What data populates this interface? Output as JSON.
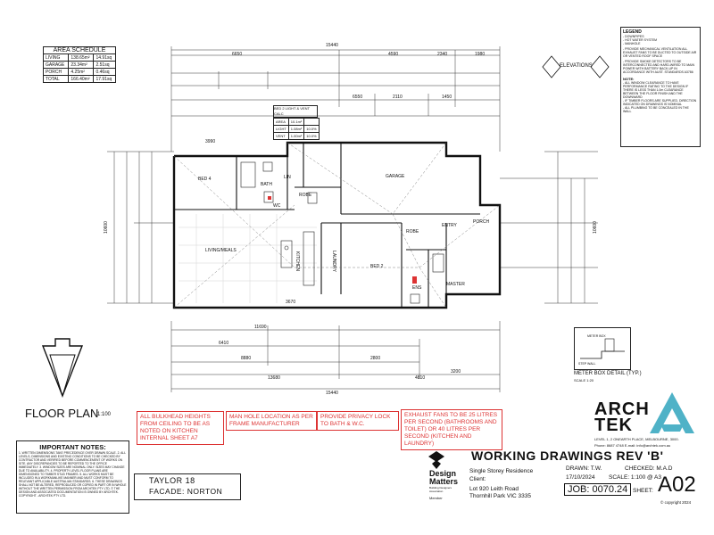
{
  "area_schedule": {
    "title": "AREA SCHEDULE",
    "rows": [
      {
        "label": "LIVING",
        "m2": "138.65m²",
        "sq": "14.91sq"
      },
      {
        "label": "GARAGE",
        "m2": "23.34m²",
        "sq": "2.51sq"
      },
      {
        "label": "PORCH",
        "m2": "4.25m²",
        "sq": "0.46sq"
      },
      {
        "label": "TOTAL",
        "m2": "166.40m²",
        "sq": "17.91sq"
      }
    ]
  },
  "rooms": {
    "bed4": "BED 4",
    "bath": "BATH",
    "robe": "ROBE",
    "wc": "WC",
    "lin": "LIN",
    "garage": "GARAGE",
    "living": "LIVING/MEALS",
    "kitchen": "KITCHEN",
    "laundry": "LAUNDRY",
    "bed2": "BED 2",
    "entry": "ENTRY",
    "porch": "PORCH",
    "master": "MASTER",
    "robe2": "ROBE",
    "ens": "ENS"
  },
  "dims": {
    "overall_top": "15440",
    "overall_bottom": "15440",
    "d_6650": "6650",
    "d_4590": "4590",
    "d_2340": "2340",
    "d_1980": "1980",
    "d_6550": "6550",
    "d_2110": "2110",
    "d_1450": "1450",
    "d_11690": "11690",
    "d_6410": "6410",
    "d_8880": "8880",
    "d_13680": "13680",
    "d_3990": "3990",
    "d_3670": "3670",
    "d_2800": "2800",
    "d_3200": "3200",
    "d_4810": "4810",
    "left_10600": "10600",
    "right_10600": "10600"
  },
  "meter_box": {
    "label": "METER BOX DETAIL (TYP.)",
    "scale": "SCALE 1:20",
    "step_wall": "STEP WALL",
    "meter_box": "METER BOX"
  },
  "elevations_label": "ELEVATIONS",
  "legend": {
    "title": "LEGEND",
    "items": [
      "- DOWNPIPES",
      "- HOT WATER SYSTEM",
      "- MANHOLE",
      "- PROVIDE MECHANICAL VENTILATION ALL EXHAUST FANS TO BE DUCTED TO OUTSIDE AIR OR VENTED ROOF SPACE",
      "- PROVIDE SMOKE DETECTORS TO BE INTERCONNECTED AND HARD-WIRED TO MAIN POWER WITH BATTERY BACK-UP IN ACCORDANCE WITH AUST. STANDARDS A3786"
    ],
    "note_title": "NOTE:",
    "notes": [
      "- ALL WINDOW CLEARANCE TO HAVE PERFORMANCE RATING TO THE DESIGN IF THERE IS LESS THAN 1.0m CLEARANCE BETWEEN THE FLOOR FINISH AND THE DOWNWARD",
      "- IF TIMBER FLOORS ARE SUPPLIED, DIRECTION INDICATED ON DRAWINGS IS NOMINAL",
      "- ALL PLUMBING TO BE CONCEALED IN THE WALL"
    ]
  },
  "floor_plan": {
    "title": "FLOOR PLAN",
    "scale": "1:100"
  },
  "important_notes": {
    "title": "IMPORTANT NOTES:",
    "text": "1. WRITTEN DIMENSIONS TAKE PRECEDENCE OVER DRAWN SCALE. 2. ALL LEVELS, DIMENSIONS AND EXISTING CONDITIONS TO BE CHECKED BY CONTRACTOR AND VERIFIED BEFORE COMMENCEMENT OF WORKS ON SITE. ANY DISCREPANCIES TO BE REPORTED TO THE OFFICE IMMEDIATELY. 3. WINDOW SIZES ARE NOMINAL ONLY. SIZES MAY CHANGE DUE TO AVAILABILITY. 4. PROPERTY LEVEL FLOOR PLANS ARE DIMENSIONED TO TIMBER STUD FRAMES. 5. ALL WORKS MUST BE INCLUDED IN A WORKMANLIKE MANNER AND MUST CONFORM TO RELEVANT APPLICABLE AUSTRALIAN STANDARDS. 6. THESE DRAWINGS SHALL NOT BE ALTERED, REPRODUCED OR COPIED IN PART OR IN WHOLE WITHOUT THE WRITTEN PERMISSION FROM ARCHTEK PTY LTD. © THE DESIGN AND ASSOCIATED DOCUMENTATION IS OWNED BY ARCHTEK. COPYRIGHT - ARCHTEK PTY LTD."
  },
  "red_notes": [
    "ALL BULKHEAD HEIGHTS FROM CEILING TO BE AS NOTED ON KITCHEN INTERNAL SHEET A7",
    "MAN HOLE LOCATION AS PER FRAME MANUFACTURER",
    "PROVIDE PRIVACY LOCK TO BATH & W.C.",
    "EXHAUST FANS TO BE 25 LITRES PER SECOND (BATHROOMS AND TOILET) OR 40 LITRES PER SECOND (KITCHEN AND LAUNDRY)"
  ],
  "house": {
    "name": "TAYLOR 18",
    "facade": "FACADE: NORTON"
  },
  "design_matters": {
    "line1": "Design",
    "line2": "Matters",
    "tag": "Building Designers Association",
    "member": "Member"
  },
  "project": {
    "type": "Single Storey Residence",
    "client_label": "Client:",
    "lot": "Lot 920 Leith Road",
    "suburb": "Thornhill Park VIC 3335"
  },
  "working_drawings": "WORKING DRAWINGS REV 'B'",
  "title_block": {
    "drawn": "DRAWN:  T.W.",
    "checked": "CHECKED: M.A.D",
    "date": "17/10/2024",
    "scale": "SCALE: 1:100 @ A3",
    "job": "JOB: 0070.24",
    "sheet_label": "SHEET:",
    "sheet": "A02",
    "copyright": "© copyright 2024"
  },
  "archtek": {
    "line1": "ARCH",
    "line2": "TEK",
    "address": "LEVEL 1, 2 ONEARTH PLACE, MELBOURNE, 3000.",
    "contact": "Phone: 8687 4748  E-mail: info@archtek.com.au"
  },
  "bed_light_table": {
    "title": "BED 2 LIGHT & VENT CALC",
    "rows": [
      [
        "AREA",
        "10.1m²",
        ""
      ],
      [
        "LIGHT",
        "1.08m²",
        "10.0%"
      ],
      [
        "VENT",
        "1.00m²",
        "10.0%"
      ]
    ]
  },
  "colors": {
    "red": "#dd3333",
    "teal": "#4fb2c7",
    "ink": "#111111"
  }
}
